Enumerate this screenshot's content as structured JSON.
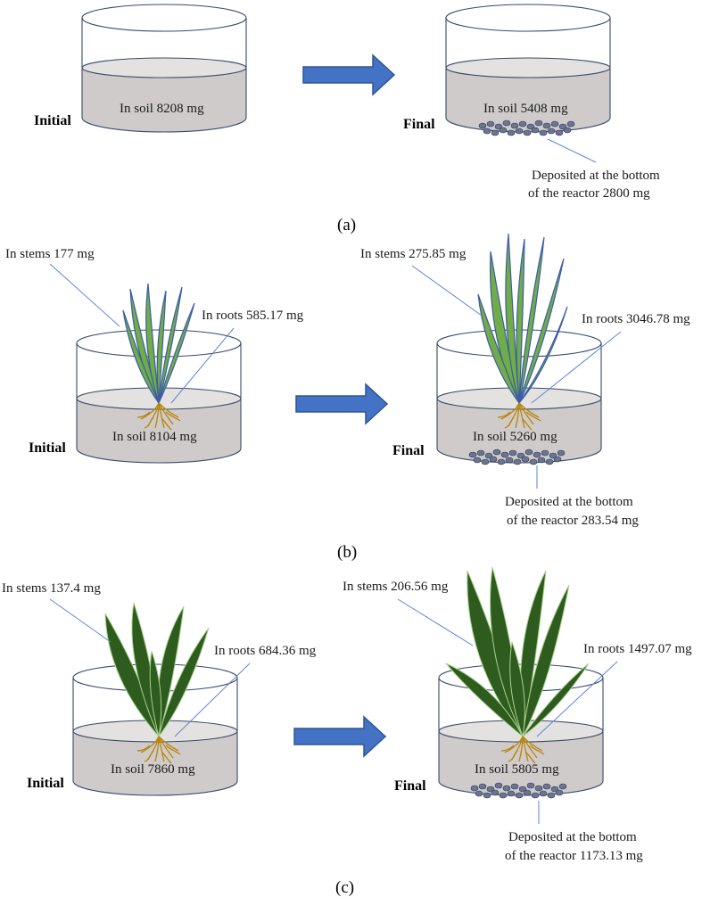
{
  "colors": {
    "arrow": "#4472c4",
    "soil": "#cfcbcb",
    "leaf_light": "#70ad47",
    "leaf_dark": "#2e5b1e",
    "roots": "#b8860b",
    "pebbles": "#6b7491",
    "pointer": "#5b86d6"
  },
  "panel_a": {
    "caption": "(a)",
    "initial": {
      "label": "Initial",
      "soil": "In soil 8208 mg"
    },
    "final": {
      "label": "Final",
      "soil": "In soil 5408 mg",
      "deposit_line1": "Deposited at the bottom",
      "deposit_line2": "of the reactor 2800 mg"
    }
  },
  "panel_b": {
    "caption": "(b)",
    "initial": {
      "label": "Initial",
      "stems": "In stems 177 mg",
      "roots": "In roots 585.17 mg",
      "soil": "In soil 8104 mg"
    },
    "final": {
      "label": "Final",
      "stems": "In stems 275.85 mg",
      "roots": "In roots 3046.78 mg",
      "soil": "In soil 5260 mg",
      "deposit_line1": "Deposited at the bottom",
      "deposit_line2": "of the reactor 283.54 mg"
    }
  },
  "panel_c": {
    "caption": "(c)",
    "initial": {
      "label": "Initial",
      "stems": "In stems 137.4 mg",
      "roots": "In roots 684.36 mg",
      "soil": "In soil 7860 mg"
    },
    "final": {
      "label": "Final",
      "stems": "In stems 206.56 mg",
      "roots": "In roots 1497.07 mg",
      "soil": "In soil 5805 mg",
      "deposit_line1": "Deposited at the bottom",
      "deposit_line2": "of the reactor 1173.13 mg"
    }
  }
}
